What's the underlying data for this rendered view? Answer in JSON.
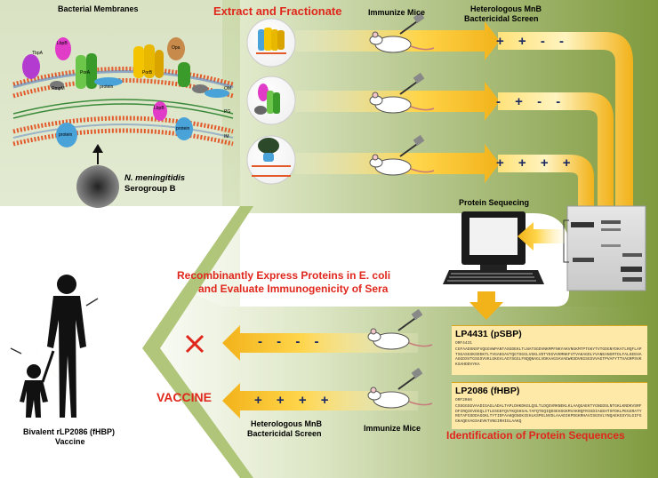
{
  "texts": {
    "bacterial_membranes": "Bacterial Membranes",
    "extract_fractionate": "Extract and Fractionate",
    "immunize_mice_top": "Immunize Mice",
    "heterologous_top_1": "Heterologous MnB",
    "heterologous_top_2": "Bactericidal Screen",
    "score_row1": "+ + - -",
    "score_row2": "- + - -",
    "score_row3": "+ + + +",
    "protein_sequencing": "Protein Sequecing",
    "n_meningitidis": "N. meningitidis",
    "serogroup": "Serogroup B",
    "recomb_line1": "Recombinantly Express Proteins in E. coli",
    "recomb_line2": "and Evaluate Immunogenicity of Sera",
    "lp4431_title": "LP4431 (pSBP)",
    "lp4431_sub": "ORF4431",
    "lp2086_title": "LP2086 (fHBP)",
    "lp2086_sub": "ORF2086",
    "score_lp4431": "- - - -",
    "score_lp2086": "+ + + +",
    "vaccine": "VACCINE",
    "heterologous_bottom_1": "Heterologous MnB",
    "heterologous_bottom_2": "Bactericidal Screen",
    "immunize_mice_bottom": "Immunize Mice",
    "identification": "Identification of Protein Sequences",
    "bivalent_1": "Bivalent rLP2086 (fHBP)",
    "bivalent_2": "Vaccine",
    "membrane_om": "OM",
    "membrane_pg": "PG",
    "membrane_im": "IM",
    "protein_labels": {
      "tbpa": "TbpA",
      "lbpb": "LbpB",
      "pora": "PorA",
      "porb": "PorB",
      "opa": "Opa",
      "rmpm": "RmpM",
      "protein_upper": "protein",
      "protein_lower": "protein",
      "protein_right": "protein",
      "lbpb2": "LbpB"
    },
    "lp4431_seq": "CGFAADSNSFVQGGVWPANTASGDEKLTLNATSGDVNKMPFNKYAKVNGKMTPTGKYTVTGDGNYDKATLRQFLAPTSGASGSKSDDKTLTVGAEGAVTQGTSGGLVGKLVDTYEGVVKMNKFVTVAKAGDLYVANEANGRTDLFALKEEHAAGGDSVTGSGSVVKLGKGVLAGYSGGLFNQQNAGLVDKAAGSAVAEWKSDVKGSGSVVAGTPVAFYTTVAGRPSVKKSAHDDVYKA",
    "lp2086_seq": "CSSGGGGVAADIGAGLADALTAPLDHKDKGLQSLTLDQSVRKNEKLKLAAQGAEKTYGNGDSLNTGKLKNDKVSRFDFIRQIEVDGQLITLESGEFQVYKQSHSALTAFQTEQIQDSEHSGKMVAKRQFRIGDIAGEHTSFDKLPEGGRATYRGTAFGSDDAGGKLTYTIDFAAKQGNGKIEHLKSPELNVDLAAADIKPDGKRHAVISGSVLYNQAEKGSYSLGIFGGKAQEVAGSAEVKTVNGIRHIGLAAKQ"
  }
}
